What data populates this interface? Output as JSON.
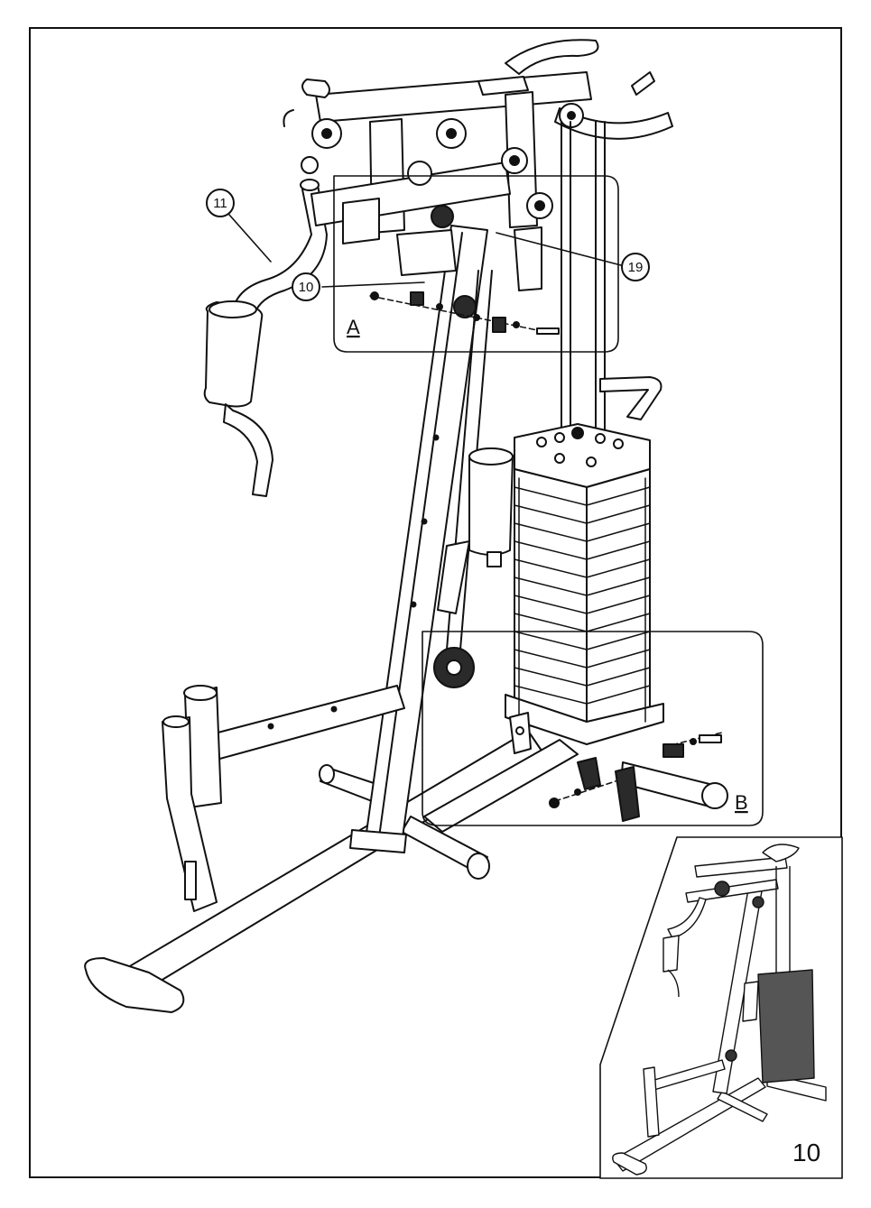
{
  "callouts": [
    {
      "id": "callout-11",
      "label": "11"
    },
    {
      "id": "callout-10",
      "label": "10"
    },
    {
      "id": "callout-19",
      "label": "19"
    }
  ],
  "details": {
    "a": {
      "label": "A"
    },
    "b": {
      "label": "B"
    }
  },
  "page": {
    "number": "10"
  },
  "colors": {
    "line": "#111111",
    "fill": "#ffffff",
    "shade": "#2a2a2a"
  }
}
